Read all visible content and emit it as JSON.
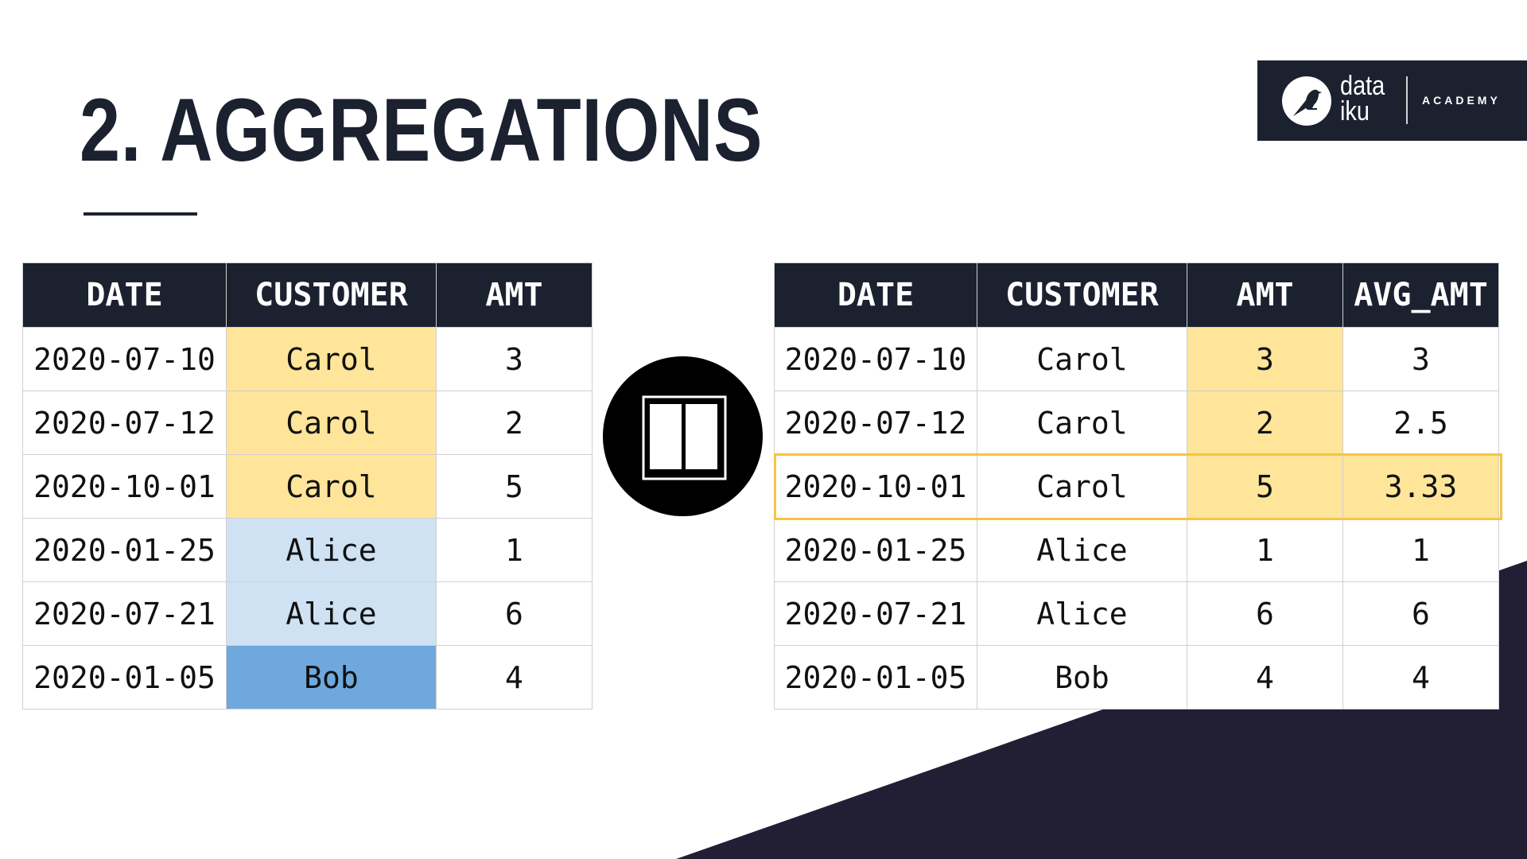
{
  "slide": {
    "title": "2. AGGREGATIONS"
  },
  "logo": {
    "word_line1": "data",
    "word_line2": "iku",
    "tagline": "ACADEMY",
    "icon": "bird-icon"
  },
  "operator_icon": "window-columns-icon",
  "colors": {
    "navy": "#1c2130",
    "yellow_highlight": "#fee59a",
    "light_blue": "#cfe2f3",
    "mid_blue": "#6fa8dc",
    "outline_gold": "#f7c344",
    "shape_dark": "#221f35"
  },
  "left_table": {
    "headers": [
      "DATE",
      "CUSTOMER",
      "AMT"
    ],
    "rows": [
      [
        "2020-07-10",
        "Carol",
        "3"
      ],
      [
        "2020-07-12",
        "Carol",
        "2"
      ],
      [
        "2020-10-01",
        "Carol",
        "5"
      ],
      [
        "2020-01-25",
        "Alice",
        "1"
      ],
      [
        "2020-07-21",
        "Alice",
        "6"
      ],
      [
        "2020-01-05",
        "Bob",
        "4"
      ]
    ]
  },
  "right_table": {
    "headers": [
      "DATE",
      "CUSTOMER",
      "AMT",
      "AVG_AMT"
    ],
    "rows": [
      [
        "2020-07-10",
        "Carol",
        "3",
        "3"
      ],
      [
        "2020-07-12",
        "Carol",
        "2",
        "2.5"
      ],
      [
        "2020-10-01",
        "Carol",
        "5",
        "3.33"
      ],
      [
        "2020-01-25",
        "Alice",
        "1",
        "1"
      ],
      [
        "2020-07-21",
        "Alice",
        "6",
        "6"
      ],
      [
        "2020-01-05",
        "Bob",
        "4",
        "4"
      ]
    ],
    "highlighted_row_index": 2
  }
}
